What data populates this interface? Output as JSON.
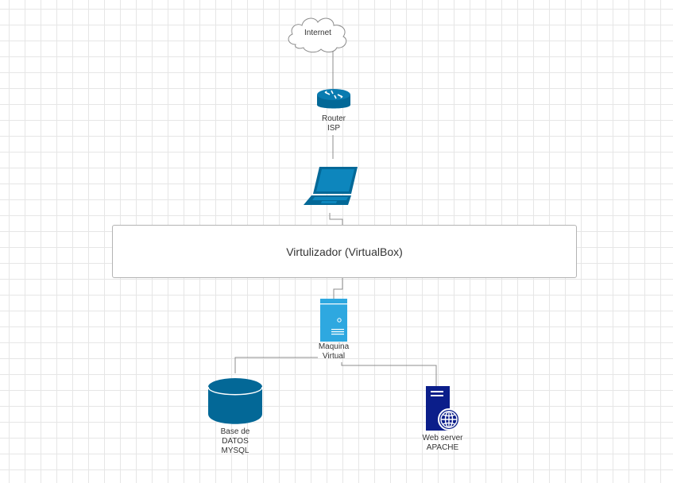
{
  "diagram": {
    "internet": {
      "label": "Internet"
    },
    "router": {
      "label_line1": "Router",
      "label_line2": "ISP"
    },
    "laptop": {
      "label": ""
    },
    "virtualizer": {
      "label": "Virtulizador (VirtualBox)"
    },
    "vm": {
      "label_line1": "Maquina",
      "label_line2": "Virtual"
    },
    "database": {
      "label_line1": "Base de",
      "label_line2": "DATOS",
      "label_line3": "MYSQL"
    },
    "webserver": {
      "label_line1": "Web server",
      "label_line2": "APACHE"
    }
  },
  "icons": {
    "internet": "cloud-icon",
    "router": "router-icon",
    "laptop": "laptop-icon",
    "vm": "server-icon",
    "database": "database-icon",
    "webserver": "web-server-icon"
  },
  "colors": {
    "primary_blue": "#036897",
    "light_blue": "#2ea8e0",
    "dark_blue": "#0b1e8a",
    "line": "#8c8c8c",
    "grid": "#e6e6e6"
  }
}
